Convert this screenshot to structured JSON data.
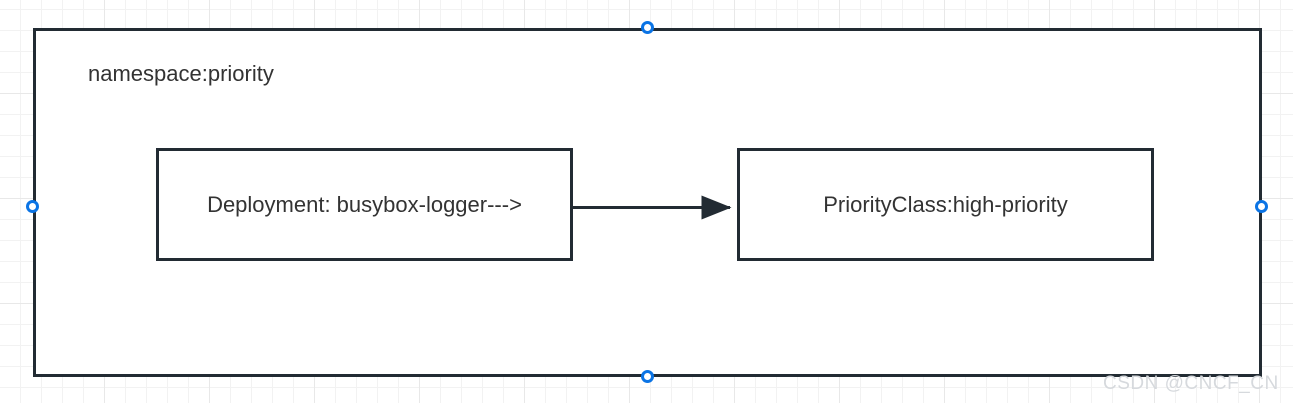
{
  "diagram": {
    "namespace": {
      "label": "namespace:priority"
    },
    "nodes": [
      {
        "id": "deployment",
        "label": "Deployment: busybox-logger--->"
      },
      {
        "id": "priorityclass",
        "label": "PriorityClass:high-priority"
      }
    ],
    "connector": {
      "from": "deployment",
      "to": "priorityclass",
      "arrowhead": "filled-triangle"
    },
    "selection_handles": [
      {
        "position": "top"
      },
      {
        "position": "bottom"
      },
      {
        "position": "left"
      },
      {
        "position": "right"
      }
    ],
    "colors": {
      "stroke": "#222b33",
      "text": "#333333",
      "handle": "#0b74e5",
      "grid": "#e8e8e8",
      "watermark": "#d6d9dd",
      "background": "#ffffff"
    }
  },
  "watermark": {
    "text": "CSDN @CNCF_CN"
  }
}
